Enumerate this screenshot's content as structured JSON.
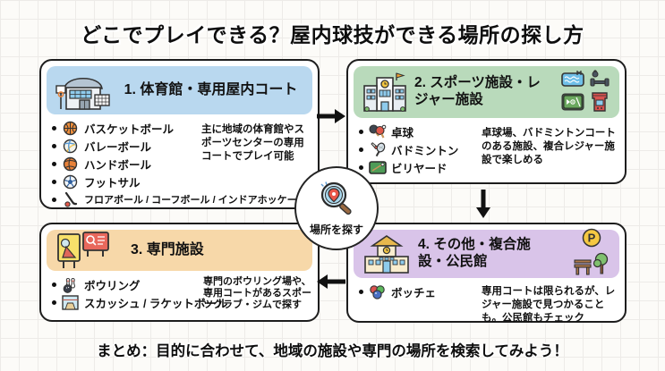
{
  "title": "どこでプレイできる？屋内球技ができる場所の探し方",
  "summary": "まとめ：目的に合わせて、地域の施設や専門の場所を検索してみよう！",
  "center": {
    "label": "場所を探す",
    "icon": "magnifier-location-pin"
  },
  "colors": {
    "box1_header": "#b9d8ef",
    "box2_header": "#b9dabb",
    "box3_header": "#f7d8a9",
    "box4_header": "#d9c4e9",
    "box_border": "#1d1d1d",
    "background": "#fcfbf8",
    "arrow": "#111111"
  },
  "boxes": [
    {
      "title": "1. 体育館・専用屋内コート",
      "header_icon": "gymnasium",
      "items": [
        {
          "icon": "basketball",
          "label": "バスケットボール"
        },
        {
          "icon": "volleyball",
          "label": "バレーボール"
        },
        {
          "icon": "handball",
          "label": "ハンドボール"
        },
        {
          "icon": "futsal",
          "label": "フットサル"
        },
        {
          "icon": "floorball-stick",
          "label": "フロアボール / コーフボール / インドアホッケー"
        }
      ],
      "note": "主に地域の体育館やスポーツセンターの専用コートでプレイ可能"
    },
    {
      "title": "2. スポーツ施設・レジャー施設",
      "header_icon": "sports-center-building",
      "header_side_icons": [
        "swimming-pool",
        "dumbbell",
        "sports-field",
        "arcade-machine"
      ],
      "items": [
        {
          "icon": "table-tennis",
          "label": "卓球"
        },
        {
          "icon": "badminton",
          "label": "バドミントン"
        },
        {
          "icon": "billiards",
          "label": "ビリヤード"
        }
      ],
      "note": "卓球場、バドミントンコートのある施設、複合レジャー施設で楽しめる"
    },
    {
      "title": "3. 専門施設",
      "header_icon": "signboards",
      "items": [
        {
          "icon": "bowling",
          "label": "ボウリング"
        },
        {
          "icon": "squash-court",
          "label": "スカッシュ / ラケットボール"
        }
      ],
      "note": "専門のボウリング場や、専用コートがあるスポーツクラブ・ジムで探す"
    },
    {
      "title": "4. その他・複合施設・公民館",
      "header_icon": "community-center-building",
      "header_side_icons": [
        "parking-sign",
        "tree-and-bench"
      ],
      "parking_label": "P",
      "items": [
        {
          "icon": "bocce-balls",
          "label": "ボッチェ"
        }
      ],
      "note": "専用コートは限られるが、レジャー施設で見つかることも。公民館もチェック"
    }
  ]
}
